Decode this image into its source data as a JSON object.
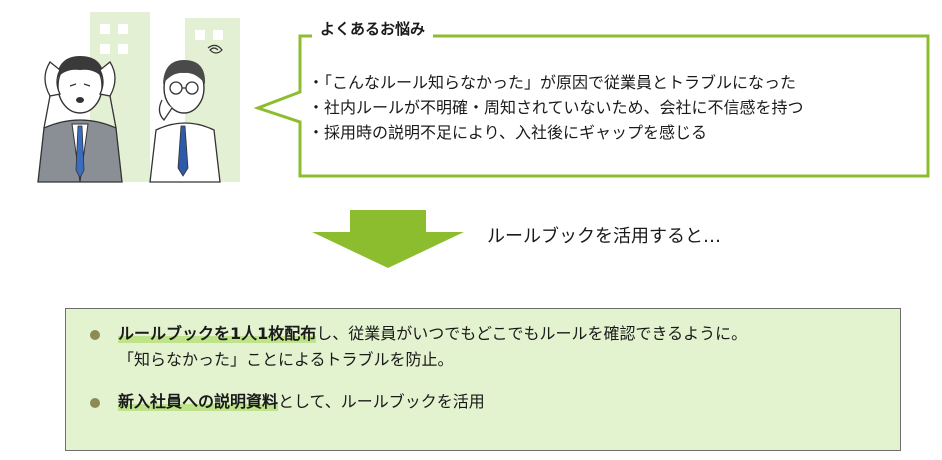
{
  "bubble": {
    "title": "よくあるお悩み",
    "items": [
      "・「こんなルール知らなかった」が原因で従業員とトラブルになった",
      "・社内ルールが不明確・周知されていないため、会社に不信感を持つ",
      "・採用時の説明不足により、入社後にギャップを感じる"
    ]
  },
  "transition": {
    "text": "ルールブックを活用すると…"
  },
  "solution": {
    "item1": {
      "highlight": "ルールブックを1人1枚配布",
      "rest": "し、従業員がいつでもどこでもルールを確認できるように。",
      "line2": "「知らなかった」ことによるトラブルを防止。"
    },
    "item2": {
      "highlight": "新入社員への説明資料",
      "rest": "として、ルールブックを活用"
    }
  },
  "colors": {
    "bubble_border": "#8cbd2f",
    "arrow": "#8cbd2f",
    "solution_bg": "#e3f2cf",
    "highlight": "#bfe38a",
    "bullet": "#8c8a55"
  }
}
